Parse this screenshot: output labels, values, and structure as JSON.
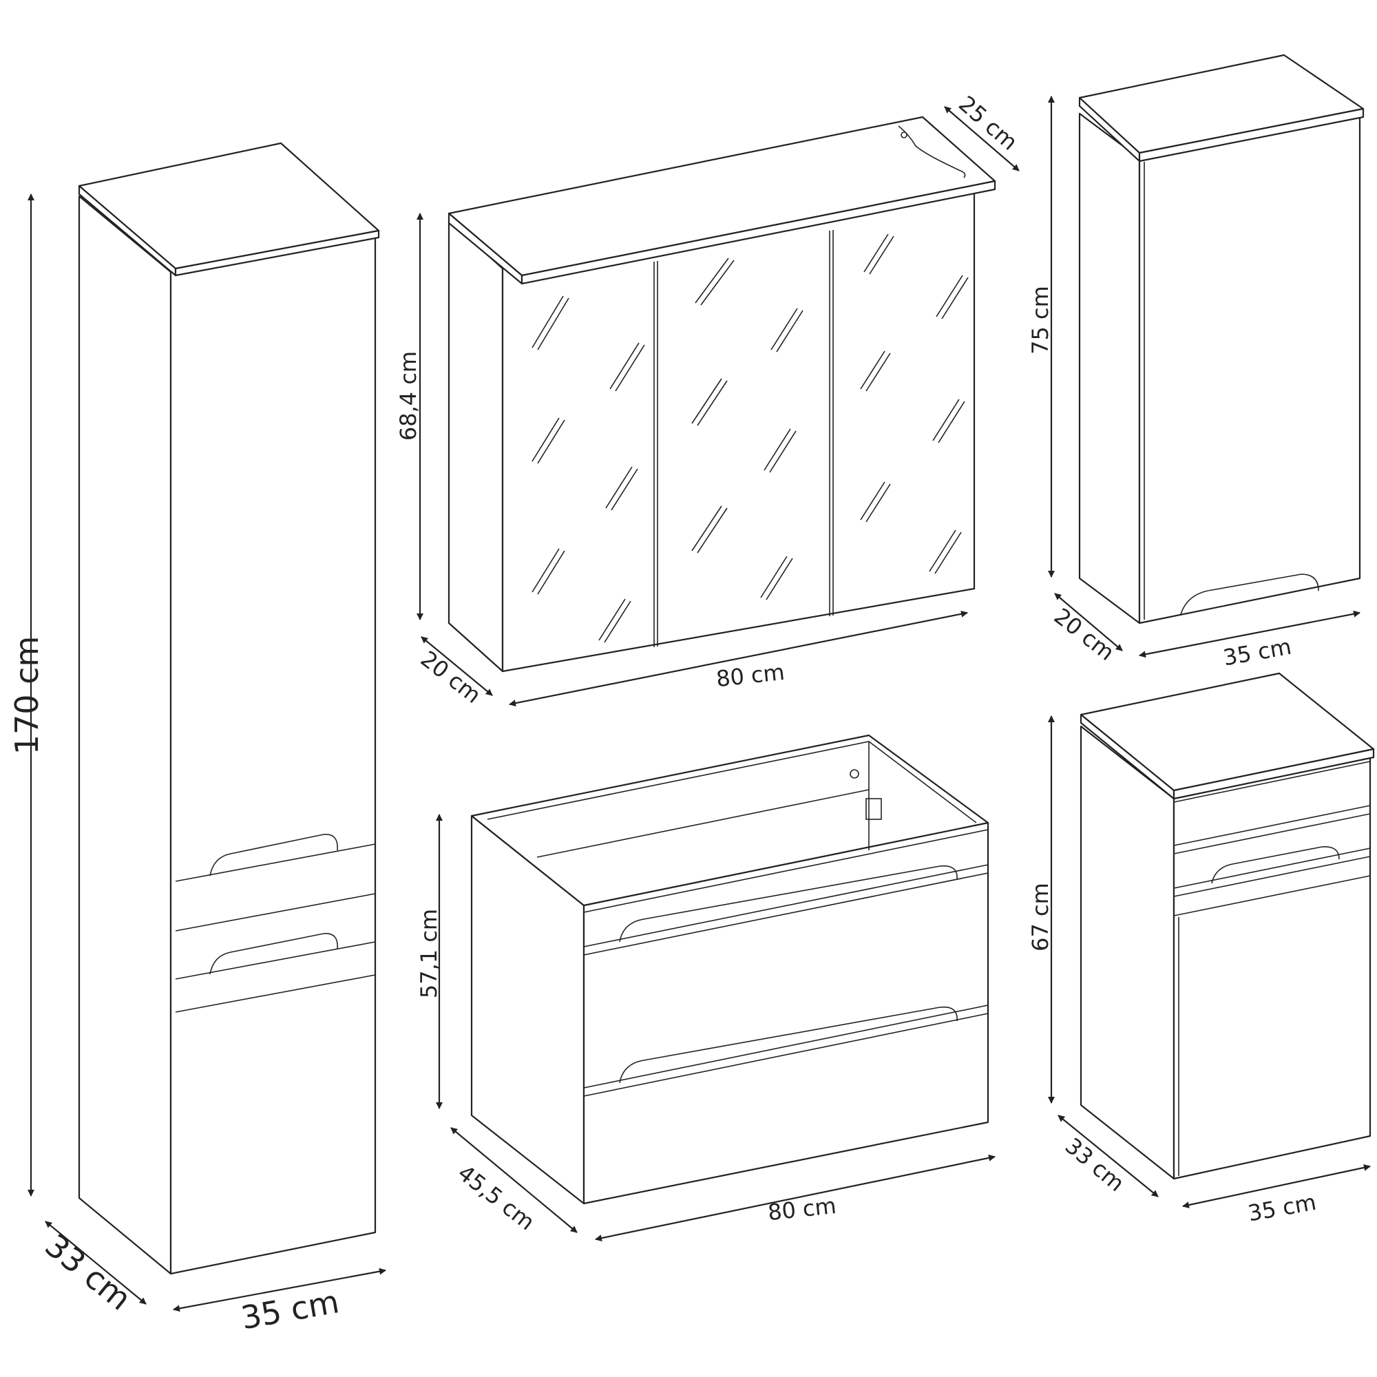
{
  "figures": {
    "tall_cabinet": {
      "height": "170 cm",
      "depth": "33 cm",
      "width": "35 cm"
    },
    "mirror_cabinet": {
      "height": "68,4 cm",
      "depth_top": "25 cm",
      "depth": "20 cm",
      "width": "80 cm"
    },
    "wall_cabinet": {
      "height": "75 cm",
      "depth": "20 cm",
      "width": "35 cm"
    },
    "vanity_unit": {
      "height": "57,1 cm",
      "depth": "45,5 cm",
      "width": "80 cm"
    },
    "low_cabinet": {
      "height": "67 cm",
      "depth": "33 cm",
      "width": "35 cm"
    }
  }
}
